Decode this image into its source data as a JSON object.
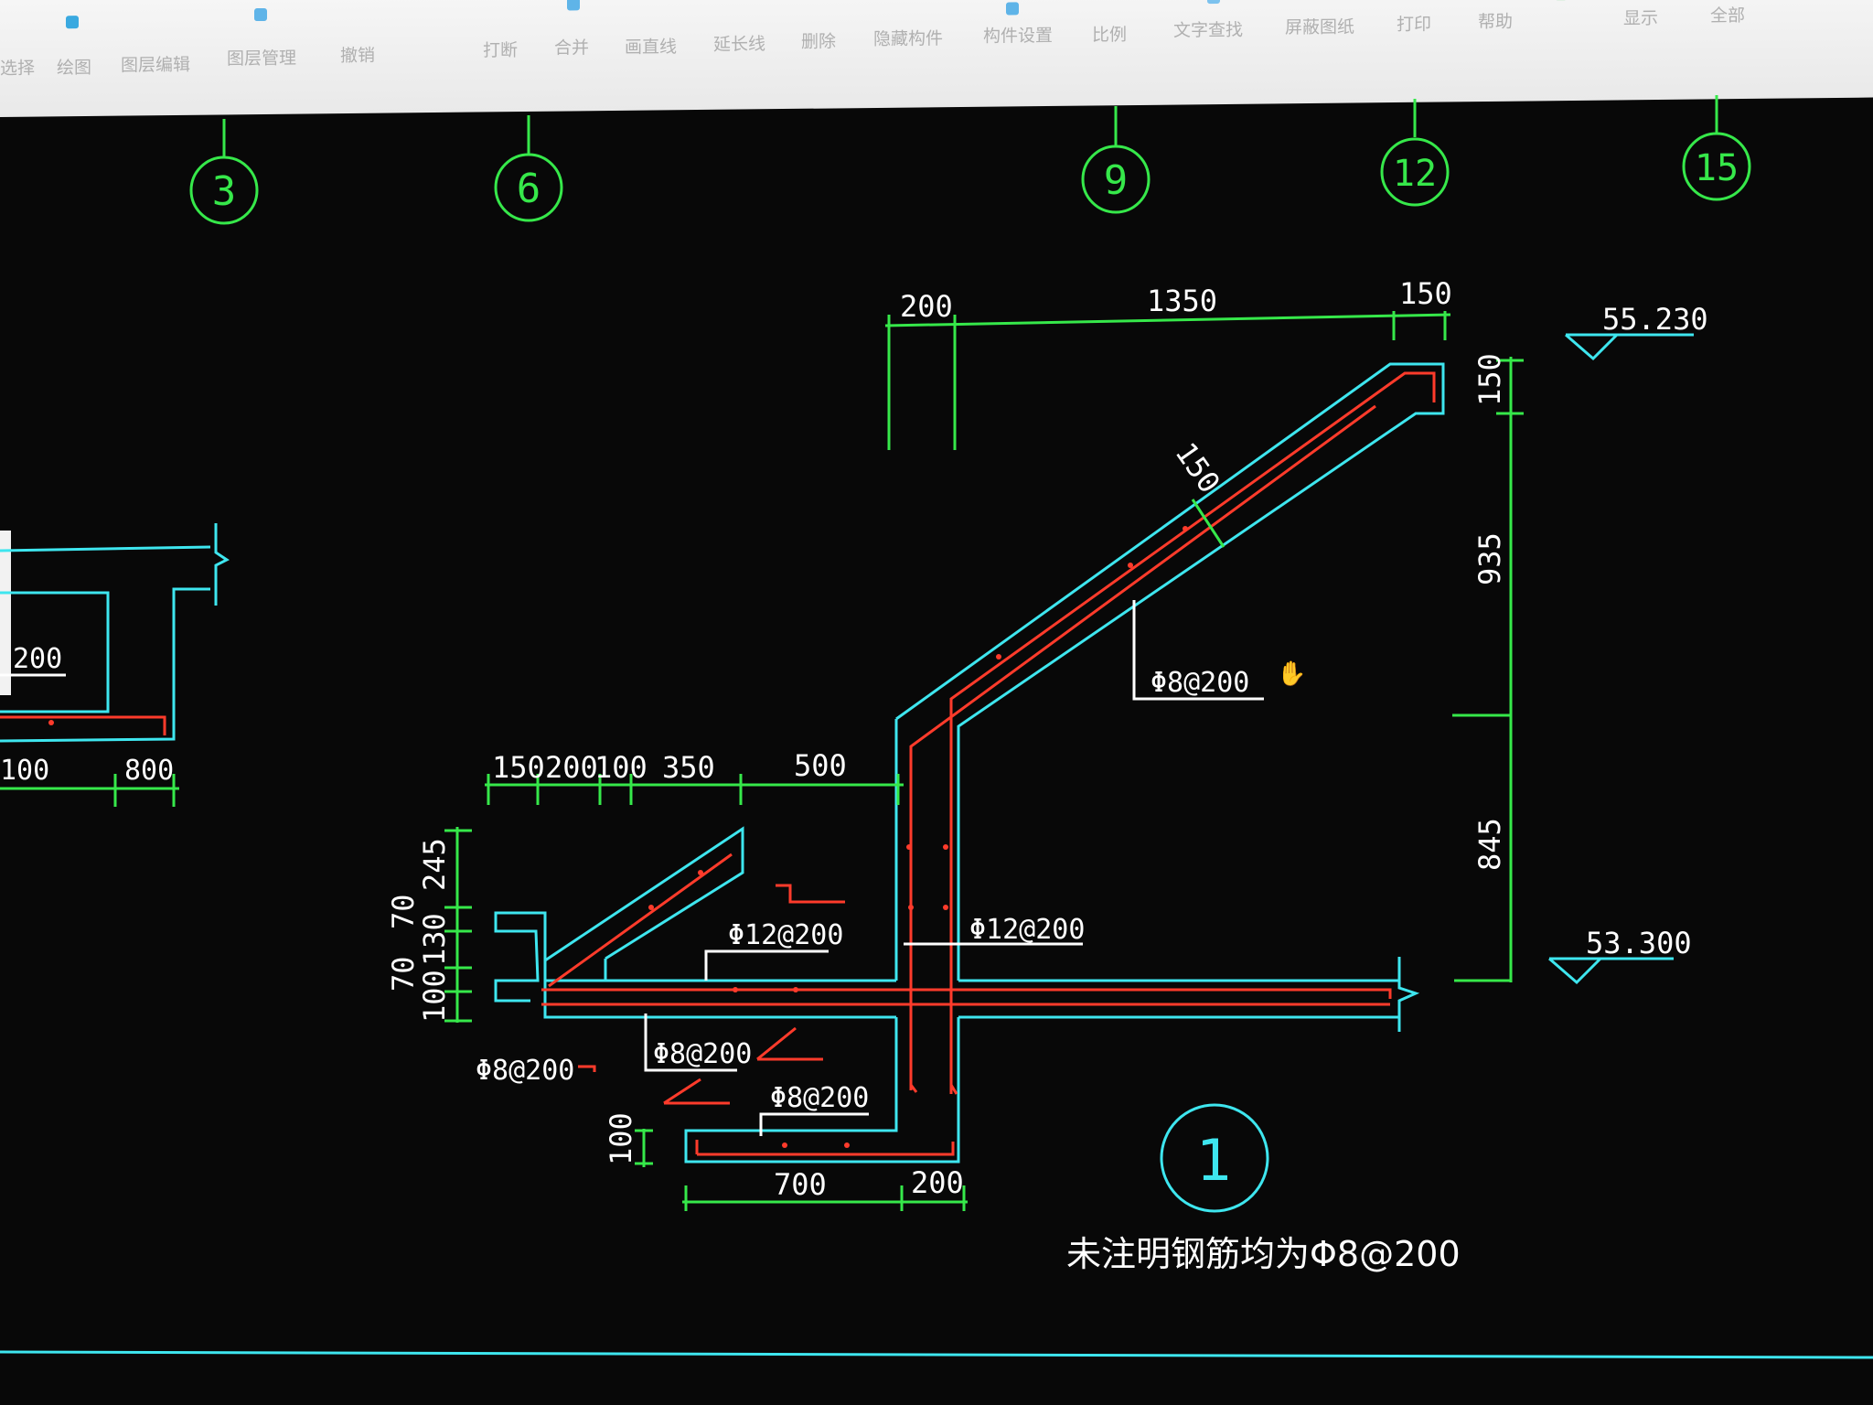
{
  "ribbon": {
    "items": [
      "选择",
      "绘图",
      "图层编辑",
      "图层管理",
      "撤销",
      "打断",
      "合并",
      "画直线",
      "延长线",
      "删除",
      "隐藏构件",
      "构件设置",
      "比例",
      "文字查找",
      "屏蔽图纸",
      "打印",
      "帮助",
      "显示",
      "全部"
    ]
  },
  "drawing": {
    "axes": [
      "3",
      "6",
      "9",
      "12",
      "15"
    ],
    "top_dims": [
      "200",
      "1350",
      "150"
    ],
    "right_dims": [
      "150",
      "935",
      "845"
    ],
    "slope_dim": "150",
    "elev_top": "55.230",
    "elev_bottom": "53.300",
    "left_top_dims": [
      "150",
      "200",
      "100",
      "350",
      "500"
    ],
    "left_v_dims": [
      "245",
      "70",
      "130",
      "70",
      "100"
    ],
    "bottom_dims": [
      "700",
      "200"
    ],
    "bottom_v_dim": "100",
    "rebar_labels": [
      "Φ8@200",
      "Φ12@200",
      "Φ12@200",
      "Φ8@200",
      "Φ8@200",
      "Φ8@200"
    ],
    "partial_left": {
      "rebar": "200",
      "dims": [
        "100",
        "800"
      ]
    },
    "section_number": "1",
    "note": "未注明钢筋均为Φ8@200"
  },
  "colors": {
    "cyan": "#3ee6ef",
    "green": "#36e84a",
    "red": "#ff3b2b",
    "white": "#ffffff",
    "bg": "#080808"
  }
}
